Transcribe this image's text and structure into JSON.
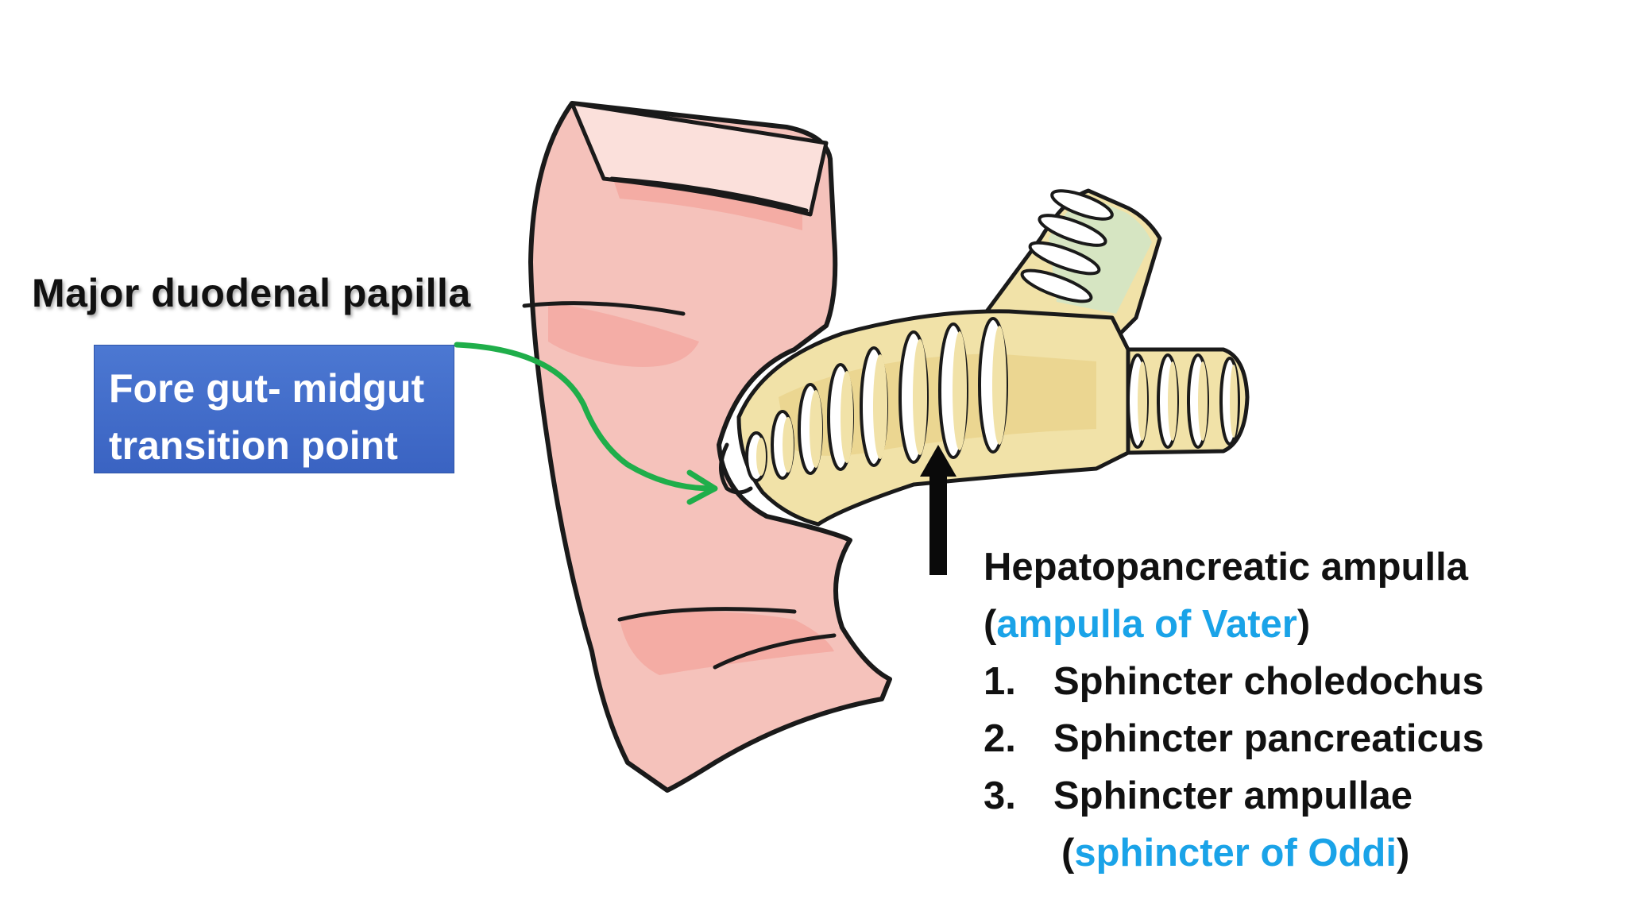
{
  "labels": {
    "papilla": "Major duodenal papilla",
    "transition_line1": "Fore gut- midgut",
    "transition_line2": "transition point",
    "ampulla_title": "Hepatopancreatic ampulla",
    "ampulla_alt_open": "(",
    "ampulla_alt": "ampulla of Vater",
    "ampulla_alt_close": ")",
    "sphincters": [
      {
        "num": "1.",
        "name": "Sphincter choledochus"
      },
      {
        "num": "2.",
        "name": "Sphincter pancreaticus"
      },
      {
        "num": "3.",
        "name": "Sphincter ampullae"
      }
    ],
    "oddi_open": "(",
    "oddi": "sphincter of Oddi",
    "oddi_close": ")"
  },
  "colors": {
    "duodenum": "#f2b4ad",
    "duct": "#f1e2a8",
    "bile_duct_top": "#cfe6c8",
    "ring": "#ffffff",
    "outline": "#1a1a1a",
    "arrow_green": "#1fae4a",
    "box_blue": "#4472c4",
    "highlight_blue": "#1aa3e8"
  }
}
